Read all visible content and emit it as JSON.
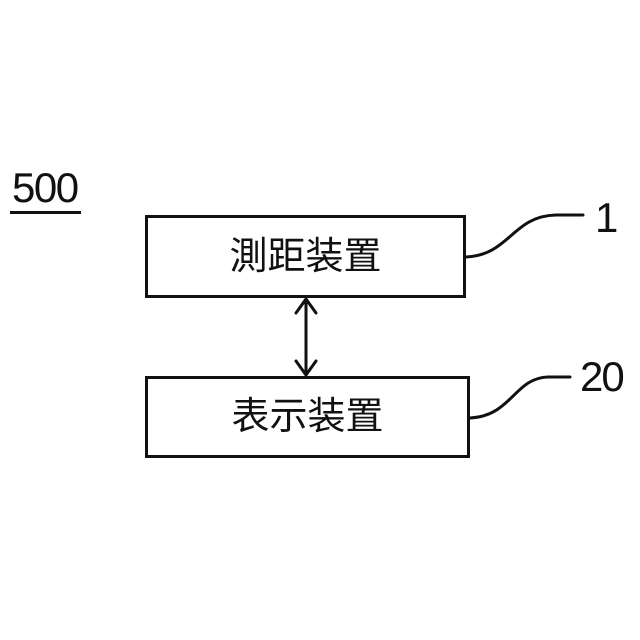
{
  "figure": {
    "type": "block-diagram",
    "label": "500",
    "blocks": [
      {
        "title": "測距装置",
        "ref": "1"
      },
      {
        "title": "表示装置",
        "ref": "20"
      }
    ],
    "connections": [
      {
        "from": "測距装置",
        "to": "表示装置",
        "style": "double-headed-arrow"
      }
    ],
    "colors": {
      "line": "#111111",
      "background": "#ffffff"
    }
  }
}
